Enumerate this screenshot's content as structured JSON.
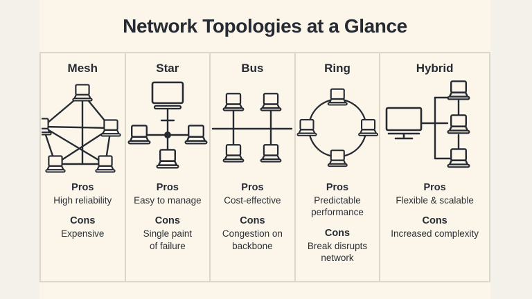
{
  "title": "Network Topologies at a Glance",
  "labels": {
    "pros": "Pros",
    "cons": "Cons"
  },
  "columns": [
    {
      "name": "Mesh",
      "diagram": "mesh-topology",
      "pros": "High reliability",
      "cons": "Expensive"
    },
    {
      "name": "Star",
      "diagram": "star-topology",
      "pros": "Easy to manage",
      "cons": "Single paint\nof failure"
    },
    {
      "name": "Bus",
      "diagram": "bus-topology",
      "pros": "Cost-effective",
      "cons": "Congestion on\nbackbone"
    },
    {
      "name": "Ring",
      "diagram": "ring-topology",
      "pros": "Predictable\nperformance",
      "cons": "Break disrupts\nnetwork"
    },
    {
      "name": "Hybrid",
      "diagram": "hybrid-topology",
      "pros": "Flexible & scalable",
      "cons": "Increased complexity"
    }
  ],
  "colors": {
    "sheet_background": "#fbf6e9",
    "page_margin": "#f3f1e9",
    "ink": "#262a32",
    "grid_border": "#dbd7c8"
  },
  "icons": [
    "laptop-icon",
    "monitor-icon",
    "desktop-monitor-icon"
  ]
}
